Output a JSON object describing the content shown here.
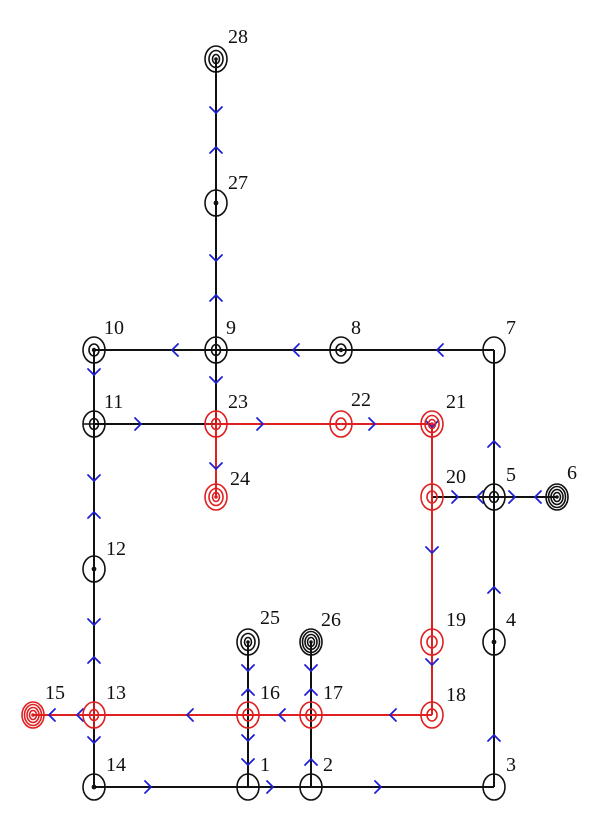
{
  "colors": {
    "background": "#ffffff",
    "edge_default": "#111111",
    "edge_highlight": "#e02020",
    "node_default": "#111111",
    "node_highlight": "#e02020",
    "arrow": "#1f1fd8"
  },
  "nodes": [
    {
      "id": "1",
      "label": "1",
      "style": "plain"
    },
    {
      "id": "2",
      "label": "2",
      "style": "plain"
    },
    {
      "id": "3",
      "label": "3",
      "style": "plain"
    },
    {
      "id": "4",
      "label": "4",
      "style": "dot"
    },
    {
      "id": "5",
      "label": "5",
      "style": "cross"
    },
    {
      "id": "6",
      "label": "6",
      "style": "triple"
    },
    {
      "id": "7",
      "label": "7",
      "style": "plain"
    },
    {
      "id": "8",
      "label": "8",
      "style": "dot-ring"
    },
    {
      "id": "9",
      "label": "9",
      "style": "cross"
    },
    {
      "id": "10",
      "label": "10",
      "style": "dot-ring"
    },
    {
      "id": "11",
      "label": "11",
      "style": "cross"
    },
    {
      "id": "12",
      "label": "12",
      "style": "dot"
    },
    {
      "id": "13",
      "label": "13",
      "style": "red-cross"
    },
    {
      "id": "14",
      "label": "14",
      "style": "dot"
    },
    {
      "id": "15",
      "label": "15",
      "style": "red-triple"
    },
    {
      "id": "16",
      "label": "16",
      "style": "red-ring"
    },
    {
      "id": "17",
      "label": "17",
      "style": "red-ring"
    },
    {
      "id": "18",
      "label": "18",
      "style": "red-ring"
    },
    {
      "id": "19",
      "label": "19",
      "style": "red-ring"
    },
    {
      "id": "20",
      "label": "20",
      "style": "red-ring"
    },
    {
      "id": "21",
      "label": "21",
      "style": "red-double"
    },
    {
      "id": "22",
      "label": "22",
      "style": "red-ring"
    },
    {
      "id": "23",
      "label": "23",
      "style": "red-cross"
    },
    {
      "id": "24",
      "label": "24",
      "style": "red-double"
    },
    {
      "id": "25",
      "label": "25",
      "style": "double"
    },
    {
      "id": "26",
      "label": "26",
      "style": "triple"
    },
    {
      "id": "27",
      "label": "27",
      "style": "dot"
    },
    {
      "id": "28",
      "label": "28",
      "style": "double"
    }
  ],
  "edges": [
    {
      "from": "28",
      "to": "27",
      "color": "black"
    },
    {
      "from": "27",
      "to": "9",
      "color": "black"
    },
    {
      "from": "10",
      "to": "9",
      "color": "black"
    },
    {
      "from": "9",
      "to": "8",
      "color": "black"
    },
    {
      "from": "8",
      "to": "7",
      "color": "black"
    },
    {
      "from": "7",
      "to": "5",
      "color": "black"
    },
    {
      "from": "5",
      "to": "4",
      "color": "black"
    },
    {
      "from": "4",
      "to": "3",
      "color": "black"
    },
    {
      "from": "5",
      "to": "6",
      "color": "black"
    },
    {
      "from": "20",
      "to": "5",
      "color": "black"
    },
    {
      "from": "10",
      "to": "11",
      "color": "black"
    },
    {
      "from": "11",
      "to": "12",
      "color": "black"
    },
    {
      "from": "12",
      "to": "13",
      "color": "black"
    },
    {
      "from": "13",
      "to": "14",
      "color": "black"
    },
    {
      "from": "11",
      "to": "23",
      "color": "black"
    },
    {
      "from": "9",
      "to": "23",
      "color": "black"
    },
    {
      "from": "14",
      "to": "1",
      "color": "black"
    },
    {
      "from": "1",
      "to": "2",
      "color": "black"
    },
    {
      "from": "2",
      "to": "3",
      "color": "black"
    },
    {
      "from": "16",
      "to": "1",
      "color": "black"
    },
    {
      "from": "25",
      "to": "16",
      "color": "black"
    },
    {
      "from": "17",
      "to": "2",
      "color": "black"
    },
    {
      "from": "26",
      "to": "17",
      "color": "black"
    },
    {
      "from": "23",
      "to": "22",
      "color": "red"
    },
    {
      "from": "22",
      "to": "21",
      "color": "red"
    },
    {
      "from": "21",
      "to": "20",
      "color": "red"
    },
    {
      "from": "20",
      "to": "19",
      "color": "red"
    },
    {
      "from": "19",
      "to": "18",
      "color": "red"
    },
    {
      "from": "18",
      "to": "17",
      "color": "red"
    },
    {
      "from": "17",
      "to": "16",
      "color": "red"
    },
    {
      "from": "16",
      "to": "13",
      "color": "red"
    },
    {
      "from": "13",
      "to": "15",
      "color": "red"
    },
    {
      "from": "23",
      "to": "24",
      "color": "red"
    }
  ]
}
